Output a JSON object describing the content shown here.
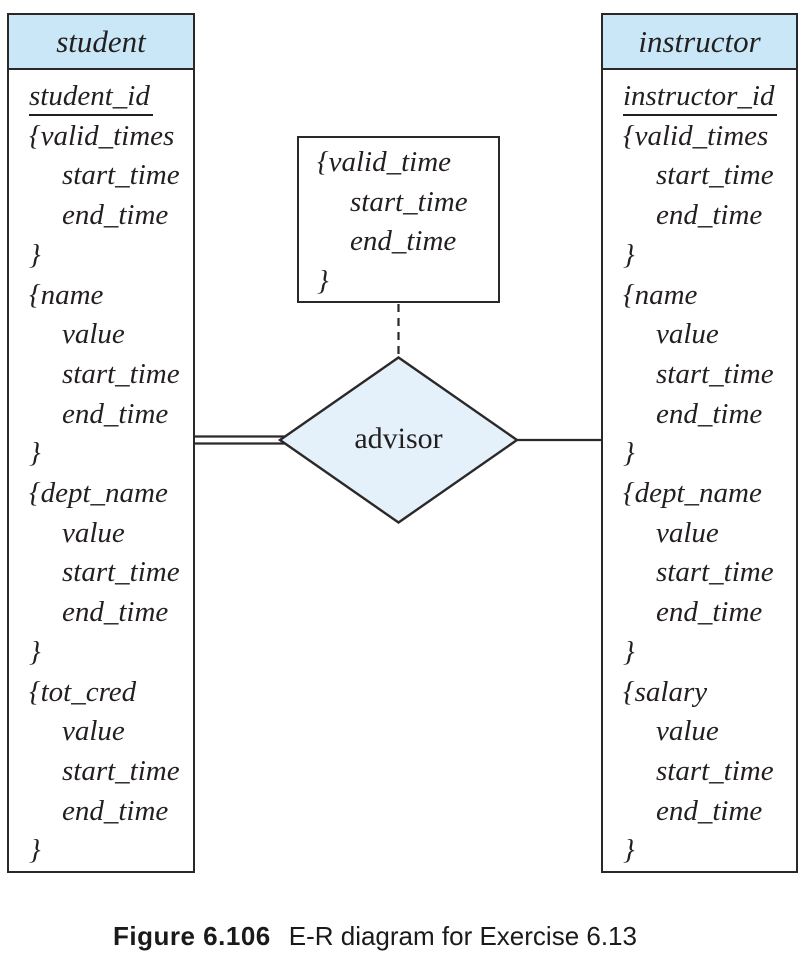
{
  "colors": {
    "header_fill": "#c9e7f6",
    "diamond_fill": "#e4f1fa",
    "line": "#2b2829",
    "text": "#231f20"
  },
  "student": {
    "title": "student",
    "attributes": [
      {
        "text": "student_id"
      },
      {
        "text": "{valid_times"
      },
      {
        "text": "start_time"
      },
      {
        "text": "end_time"
      },
      {
        "text": "}"
      },
      {
        "text": "{name"
      },
      {
        "text": "value"
      },
      {
        "text": "start_time"
      },
      {
        "text": "end_time"
      },
      {
        "text": "}"
      },
      {
        "text": "{dept_name"
      },
      {
        "text": "value"
      },
      {
        "text": "start_time"
      },
      {
        "text": "end_time"
      },
      {
        "text": "}"
      },
      {
        "text": "{tot_cred"
      },
      {
        "text": "value"
      },
      {
        "text": "start_time"
      },
      {
        "text": "end_time"
      },
      {
        "text": "}"
      }
    ]
  },
  "instructor": {
    "title": "instructor",
    "attributes": [
      {
        "text": "instructor_id"
      },
      {
        "text": "{valid_times"
      },
      {
        "text": "start_time"
      },
      {
        "text": "end_time"
      },
      {
        "text": "}"
      },
      {
        "text": "{name"
      },
      {
        "text": "value"
      },
      {
        "text": "start_time"
      },
      {
        "text": "end_time"
      },
      {
        "text": "}"
      },
      {
        "text": "{dept_name"
      },
      {
        "text": "value"
      },
      {
        "text": "start_time"
      },
      {
        "text": "end_time"
      },
      {
        "text": "}"
      },
      {
        "text": "{salary"
      },
      {
        "text": "value"
      },
      {
        "text": "start_time"
      },
      {
        "text": "end_time"
      },
      {
        "text": "}"
      }
    ]
  },
  "valid_time_box": {
    "attributes": [
      {
        "text": "{valid_time"
      },
      {
        "text": "start_time"
      },
      {
        "text": "end_time"
      },
      {
        "text": "}"
      }
    ]
  },
  "relationship": {
    "label": "advisor"
  },
  "caption": {
    "label": "Figure 6.106",
    "text": "E-R diagram for Exercise 6.13"
  }
}
